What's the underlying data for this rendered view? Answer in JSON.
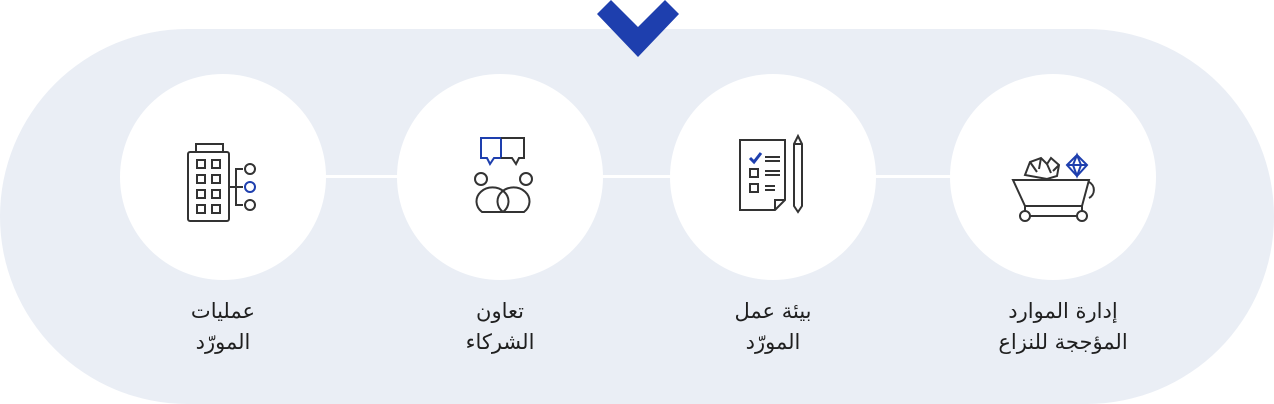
{
  "accent_color": "#1e3fae",
  "background_color": "#eaeef5",
  "steps": [
    {
      "icon": "building-network-icon",
      "label_line1": "عمليات",
      "label_line2": "المورّد"
    },
    {
      "icon": "partners-chat-icon",
      "label_line1": "تعاون",
      "label_line2": "الشركاء"
    },
    {
      "icon": "checklist-pencil-icon",
      "label_line1": "بيئة عمل",
      "label_line2": "المورّد"
    },
    {
      "icon": "minerals-cart-icon",
      "label_line1": "إدارة الموارد",
      "label_line2": "المؤججة للنزاع"
    }
  ]
}
